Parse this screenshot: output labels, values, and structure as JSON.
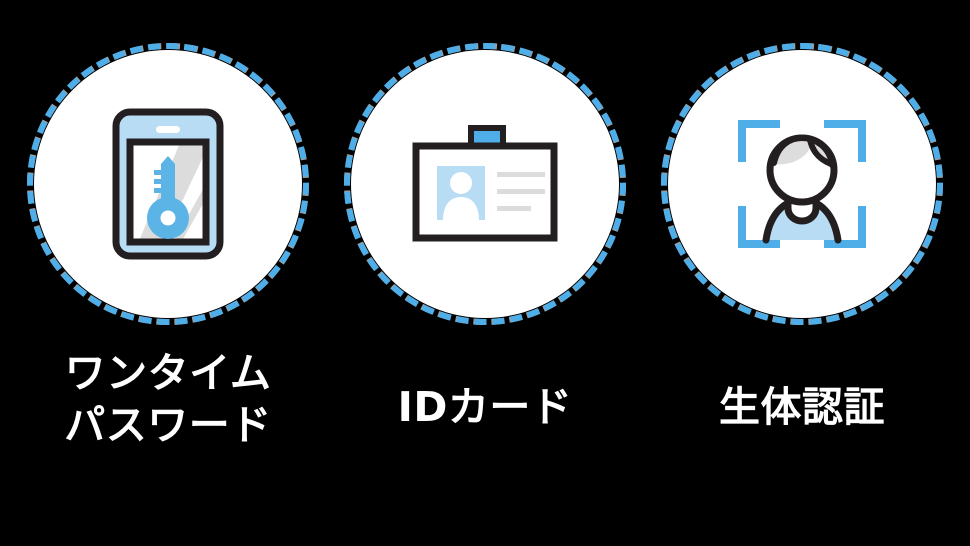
{
  "page": {
    "background_color": "#000000",
    "text_color": "#ffffff",
    "accent_blue": "#4FAEE8",
    "light_blue": "#B9DCF5",
    "ring_grey": "#9e9e9e",
    "outline_dark": "#231f20",
    "line_grey": "#dcdcdc",
    "hair_grey": "#dddddd"
  },
  "items": [
    {
      "id": "one-time-password",
      "label": "ワンタイム\nパスワード",
      "icon_name": "smartphone-key-icon",
      "ring_style": "dashed",
      "ring_colors": [
        "#4FAEE8",
        "#9e9e9e"
      ]
    },
    {
      "id": "id-card",
      "label": "IDカード",
      "icon_name": "id-card-icon",
      "ring_style": "dashed",
      "ring_colors": [
        "#4FAEE8",
        "#9e9e9e"
      ]
    },
    {
      "id": "biometric-authentication",
      "label": "生体認証",
      "icon_name": "face-recognition-icon",
      "ring_style": "dashed",
      "ring_colors": [
        "#4FAEE8",
        "#9e9e9e"
      ]
    }
  ]
}
